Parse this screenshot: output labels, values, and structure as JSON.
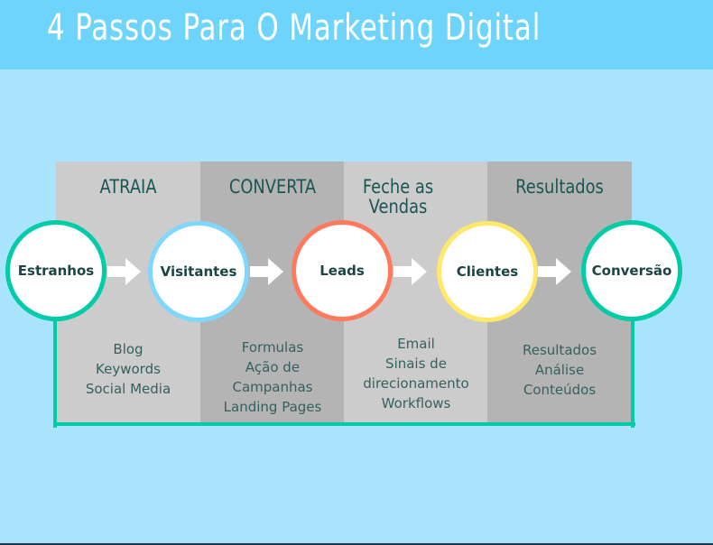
{
  "title": "4 Passos Para O  Marketing Digital",
  "columns": [
    {
      "heading": "ATRAIA",
      "items": [
        "Blog",
        "Keywords",
        "Social Media"
      ]
    },
    {
      "heading": "CONVERTA",
      "items": [
        "Formulas",
        "Ação de",
        "Campanhas",
        "Landing Pages"
      ]
    },
    {
      "heading": "Feche as Vendas",
      "items": [
        "Email",
        "Sinais de",
        "direcionamento",
        "Workflows"
      ]
    },
    {
      "heading": "Resultados",
      "items": [
        "Resultados",
        "Análise",
        "Conteúdos"
      ]
    }
  ],
  "stages": [
    {
      "label": "Estranhos",
      "color": "#00cca8"
    },
    {
      "label": "Visitantes",
      "color": "#7fd8fc"
    },
    {
      "label": "Leads",
      "color": "#ff7a5c"
    },
    {
      "label": "Clientes",
      "color": "#ffe86a"
    },
    {
      "label": "Conversão",
      "color": "#00cca8"
    }
  ]
}
